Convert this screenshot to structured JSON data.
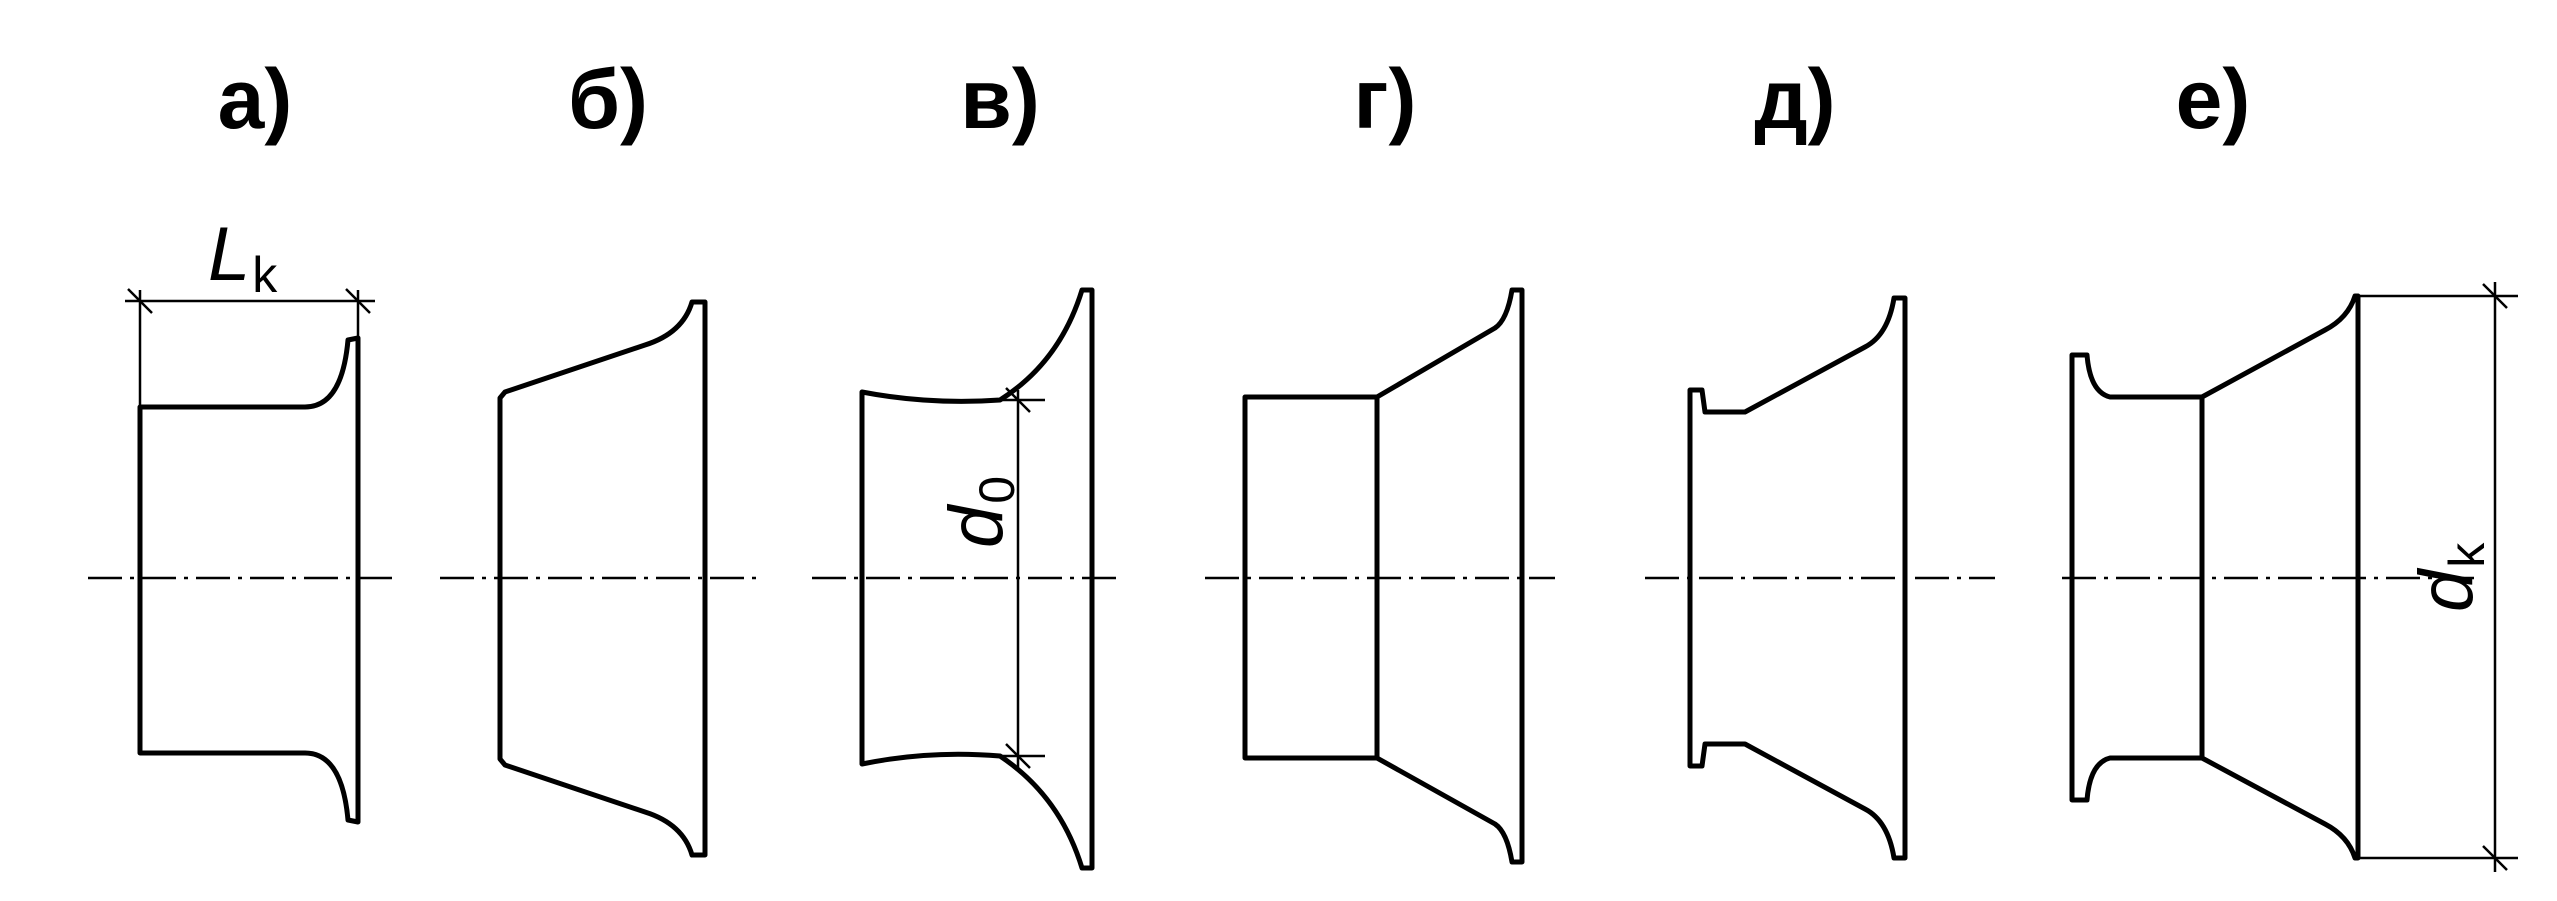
{
  "panels": [
    {
      "id": "a",
      "label": "а)"
    },
    {
      "id": "b",
      "label": "б)"
    },
    {
      "id": "v",
      "label": "в)"
    },
    {
      "id": "g",
      "label": "г)"
    },
    {
      "id": "d",
      "label": "д)"
    },
    {
      "id": "e",
      "label": "е)"
    }
  ],
  "dimensions": {
    "lk": {
      "symbol": "L",
      "subscript": "k"
    },
    "d0": {
      "symbol": "d",
      "subscript": "0"
    },
    "dk": {
      "symbol": "d",
      "subscript": "k"
    }
  }
}
